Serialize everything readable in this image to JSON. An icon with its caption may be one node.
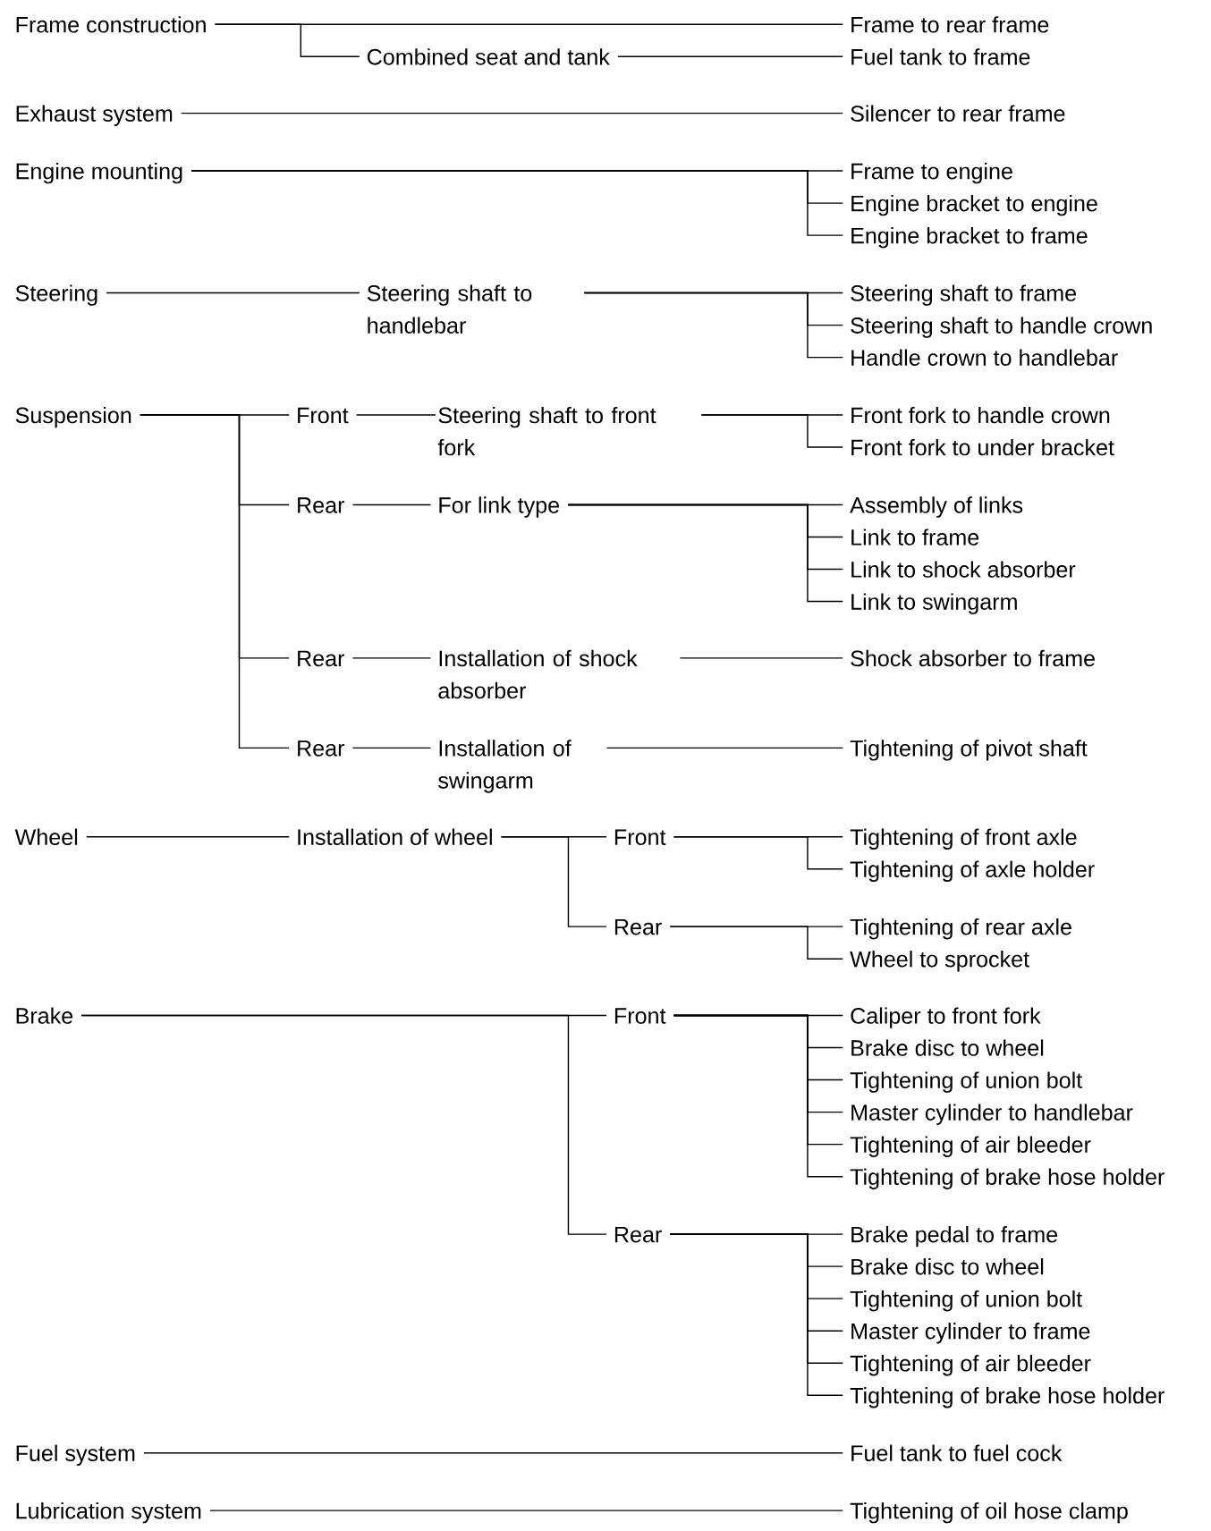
{
  "diagram": {
    "nodes": [
      {
        "text": [
          "Frame construction"
        ]
      },
      {
        "text": [
          "Combined seat and tank"
        ]
      },
      {
        "text": [
          "Frame to rear frame"
        ]
      },
      {
        "text": [
          "Fuel tank to frame"
        ]
      },
      {
        "text": [
          "Exhaust system"
        ]
      },
      {
        "text": [
          "Silencer to rear frame"
        ]
      },
      {
        "text": [
          "Engine mounting"
        ]
      },
      {
        "text": [
          "Frame to engine"
        ]
      },
      {
        "text": [
          "Engine bracket to engine"
        ]
      },
      {
        "text": [
          "Engine bracket to frame"
        ]
      },
      {
        "text": [
          "Steering"
        ]
      },
      {
        "text": [
          "Steering shaft to handlebar"
        ]
      },
      {
        "text": [
          "Steering shaft to frame"
        ]
      },
      {
        "text": [
          "Steering shaft to handle crown"
        ]
      },
      {
        "text": [
          "Handle crown to handlebar"
        ]
      },
      {
        "text": [
          "Suspension"
        ]
      },
      {
        "text": [
          "Front"
        ]
      },
      {
        "text": [
          "Rear"
        ]
      },
      {
        "text": [
          "Rear"
        ]
      },
      {
        "text": [
          "Rear"
        ]
      },
      {
        "text": [
          "Steering shaft to front fork"
        ]
      },
      {
        "text": [
          "Front fork to handle crown"
        ]
      },
      {
        "text": [
          "Front fork to under bracket"
        ]
      },
      {
        "text": [
          "For link type"
        ]
      },
      {
        "text": [
          "Assembly of links"
        ]
      },
      {
        "text": [
          "Link to frame"
        ]
      },
      {
        "text": [
          "Link to shock absorber"
        ]
      },
      {
        "text": [
          "Link to swingarm"
        ]
      },
      {
        "text": [
          "Installation of shock absorber"
        ]
      },
      {
        "text": [
          "Shock absorber to frame"
        ]
      },
      {
        "text": [
          "Installation of swingarm"
        ]
      },
      {
        "text": [
          "Tightening of pivot shaft"
        ]
      },
      {
        "text": [
          "Wheel"
        ]
      },
      {
        "text": [
          "Installation of wheel"
        ]
      },
      {
        "text": [
          "Front"
        ]
      },
      {
        "text": [
          "Rear"
        ]
      },
      {
        "text": [
          "Tightening of front axle"
        ]
      },
      {
        "text": [
          "Tightening of axle holder"
        ]
      },
      {
        "text": [
          "Tightening of rear axle"
        ]
      },
      {
        "text": [
          "Wheel to sprocket"
        ]
      },
      {
        "text": [
          "Brake"
        ]
      },
      {
        "text": [
          "Front"
        ]
      },
      {
        "text": [
          "Rear"
        ]
      },
      {
        "text": [
          "Caliper to front fork"
        ]
      },
      {
        "text": [
          "Brake disc to wheel"
        ]
      },
      {
        "text": [
          "Tightening of union bolt"
        ]
      },
      {
        "text": [
          "Master cylinder to handlebar"
        ]
      },
      {
        "text": [
          "Tightening of air bleeder"
        ]
      },
      {
        "text": [
          "Tightening of brake hose holder"
        ]
      },
      {
        "text": [
          "Brake pedal to frame"
        ]
      },
      {
        "text": [
          "Brake disc to wheel"
        ]
      },
      {
        "text": [
          "Tightening of union bolt"
        ]
      },
      {
        "text": [
          "Master cylinder to frame"
        ]
      },
      {
        "text": [
          "Tightening of air bleeder"
        ]
      },
      {
        "text": [
          "Tightening of brake hose holder"
        ]
      },
      {
        "text": [
          "Fuel system"
        ]
      },
      {
        "text": [
          "Fuel tank to fuel cock"
        ]
      },
      {
        "text": [
          "Lubrication system"
        ]
      },
      {
        "text": [
          "Tightening of oil hose clamp"
        ]
      }
    ],
    "edges": [
      {
        "from": 0,
        "to": 2,
        "arrow": "none"
      },
      {
        "from": 0,
        "to": 1,
        "arrow": "none"
      },
      {
        "from": 1,
        "to": 3,
        "arrow": "none"
      },
      {
        "from": 4,
        "to": 5,
        "arrow": "none"
      },
      {
        "from": 6,
        "to": 7,
        "arrow": "none"
      },
      {
        "from": 6,
        "to": 8,
        "arrow": "none"
      },
      {
        "from": 6,
        "to": 9,
        "arrow": "none"
      },
      {
        "from": 10,
        "to": 11,
        "arrow": "none"
      },
      {
        "from": 11,
        "to": 12,
        "arrow": "none"
      },
      {
        "from": 11,
        "to": 13,
        "arrow": "none"
      },
      {
        "from": 11,
        "to": 14,
        "arrow": "none"
      },
      {
        "from": 15,
        "to": 16,
        "arrow": "none"
      },
      {
        "from": 15,
        "to": 17,
        "arrow": "none"
      },
      {
        "from": 15,
        "to": 18,
        "arrow": "none"
      },
      {
        "from": 15,
        "to": 19,
        "arrow": "none"
      },
      {
        "from": 16,
        "to": 20,
        "arrow": "none"
      },
      {
        "from": 20,
        "to": 21,
        "arrow": "none"
      },
      {
        "from": 20,
        "to": 22,
        "arrow": "none"
      },
      {
        "from": 17,
        "to": 23,
        "arrow": "none"
      },
      {
        "from": 23,
        "to": 24,
        "arrow": "none"
      },
      {
        "from": 23,
        "to": 25,
        "arrow": "none"
      },
      {
        "from": 23,
        "to": 26,
        "arrow": "none"
      },
      {
        "from": 23,
        "to": 27,
        "arrow": "none"
      },
      {
        "from": 18,
        "to": 28,
        "arrow": "none"
      },
      {
        "from": 28,
        "to": 29,
        "arrow": "none"
      },
      {
        "from": 19,
        "to": 30,
        "arrow": "none"
      },
      {
        "from": 30,
        "to": 31,
        "arrow": "none"
      },
      {
        "from": 32,
        "to": 33,
        "arrow": "none"
      },
      {
        "from": 33,
        "to": 34,
        "arrow": "none"
      },
      {
        "from": 33,
        "to": 35,
        "arrow": "none"
      },
      {
        "from": 34,
        "to": 36,
        "arrow": "none"
      },
      {
        "from": 34,
        "to": 37,
        "arrow": "none"
      },
      {
        "from": 35,
        "to": 38,
        "arrow": "none"
      },
      {
        "from": 35,
        "to": 39,
        "arrow": "none"
      },
      {
        "from": 40,
        "to": 41,
        "arrow": "none"
      },
      {
        "from": 40,
        "to": 42,
        "arrow": "none"
      },
      {
        "from": 41,
        "to": 43,
        "arrow": "none"
      },
      {
        "from": 41,
        "to": 44,
        "arrow": "none"
      },
      {
        "from": 41,
        "to": 45,
        "arrow": "none"
      },
      {
        "from": 41,
        "to": 46,
        "arrow": "none"
      },
      {
        "from": 41,
        "to": 47,
        "arrow": "none"
      },
      {
        "from": 41,
        "to": 48,
        "arrow": "none"
      },
      {
        "from": 42,
        "to": 49,
        "arrow": "none"
      },
      {
        "from": 42,
        "to": 50,
        "arrow": "none"
      },
      {
        "from": 42,
        "to": 51,
        "arrow": "none"
      },
      {
        "from": 42,
        "to": 52,
        "arrow": "none"
      },
      {
        "from": 42,
        "to": 53,
        "arrow": "none"
      },
      {
        "from": 42,
        "to": 54,
        "arrow": "none"
      },
      {
        "from": 55,
        "to": 56,
        "arrow": "none"
      },
      {
        "from": 57,
        "to": 58,
        "arrow": "none"
      }
    ]
  }
}
